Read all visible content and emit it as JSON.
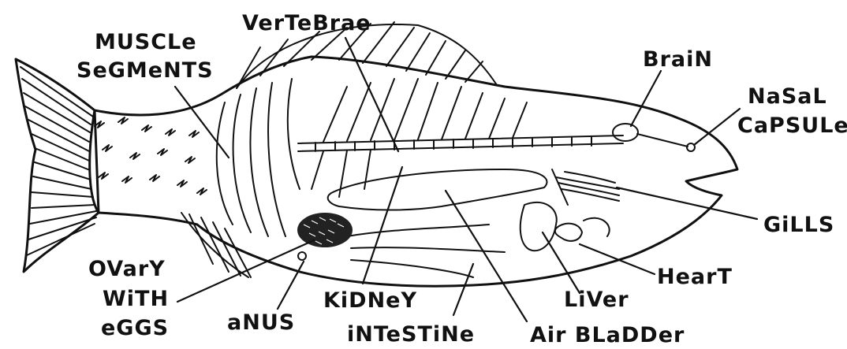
{
  "labels": {
    "vertebrae": "VerTeBrae",
    "muscle_line1": "MUSCLe",
    "muscle_line2": "SeGMeNTS",
    "brain": "BraiN",
    "nasal_line1": "NaSaL",
    "nasal_line2": "CaPSULe",
    "gills": "GiLLS",
    "heart": "HearT",
    "liver": "LiVer",
    "air_bladder": "Air BLaDDer",
    "intestine": "iNTeSTiNe",
    "kidney": "KiDNeY",
    "anus": "aNUS",
    "ovary_line1": "OVarY",
    "ovary_line2": "WiTH",
    "ovary_line3": "eGGS"
  }
}
